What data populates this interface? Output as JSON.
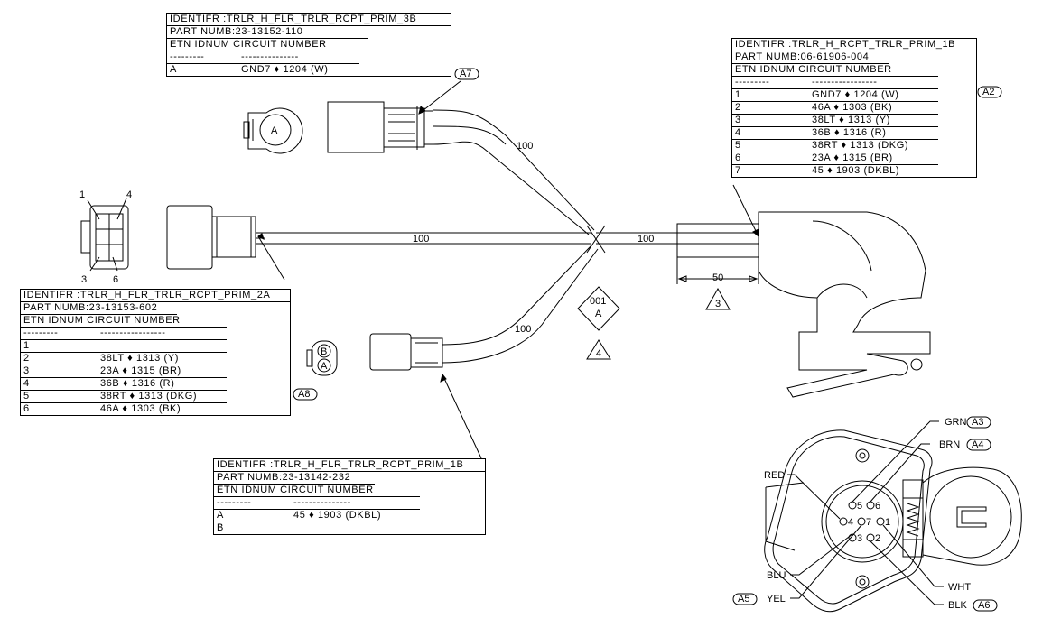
{
  "tables": {
    "t_3b": {
      "identifier": "IDENTIFR :TRLR_H_FLR_TRLR_RCPT_PRIM_3B",
      "part": "PART NUMB:23-13152-110",
      "header": "ETN IDNUM  CIRCUIT NUMBER",
      "dashes1": "---------",
      "dashes2": "---------------",
      "rows": [
        {
          "id": "A",
          "circuit": "GND7 ♦ 1204 (W)"
        }
      ],
      "callout": "A7"
    },
    "t_1b_rcpt": {
      "identifier": "IDENTIFR :TRLR_H_RCPT_TRLR_PRIM_1B",
      "part": "PART NUMB:06-61906-004",
      "header": "ETN IDNUM  CIRCUIT NUMBER",
      "dashes1": "---------",
      "dashes2": "-----------------",
      "rows": [
        {
          "id": "1",
          "circuit": "GND7 ♦ 1204 (W)"
        },
        {
          "id": "2",
          "circuit": "46A ♦ 1303 (BK)"
        },
        {
          "id": "3",
          "circuit": "38LT ♦ 1313 (Y)"
        },
        {
          "id": "4",
          "circuit": "36B ♦ 1316 (R)"
        },
        {
          "id": "5",
          "circuit": "38RT ♦ 1313 (DKG)"
        },
        {
          "id": "6",
          "circuit": "23A ♦ 1315 (BR)"
        },
        {
          "id": "7",
          "circuit": "45 ♦ 1903 (DKBL)"
        }
      ],
      "callout": "A2"
    },
    "t_2a": {
      "identifier": "IDENTIFR :TRLR_H_FLR_TRLR_RCPT_PRIM_2A",
      "part": "PART NUMB:23-13153-602",
      "header": "ETN IDNUM  CIRCUIT NUMBER",
      "dashes1": "---------",
      "dashes2": "-----------------",
      "rows": [
        {
          "id": "1",
          "circuit": ""
        },
        {
          "id": "2",
          "circuit": "38LT ♦ 1313 (Y)"
        },
        {
          "id": "3",
          "circuit": "23A ♦ 1315 (BR)"
        },
        {
          "id": "4",
          "circuit": "36B ♦ 1316 (R)"
        },
        {
          "id": "5",
          "circuit": "38RT ♦ 1313 (DKG)"
        },
        {
          "id": "6",
          "circuit": "46A ♦ 1303 (BK)"
        }
      ],
      "callout": "A8"
    },
    "t_1b_flr": {
      "identifier": "IDENTIFR :TRLR_H_FLR_TRLR_RCPT_PRIM_1B",
      "part": "PART NUMB:23-13142-232",
      "header": "ETN IDNUM  CIRCUIT NUMBER",
      "dashes1": "---------",
      "dashes2": "---------------",
      "rows": [
        {
          "id": "A",
          "circuit": "45 ♦ 1903 (DKBL)"
        },
        {
          "id": "B",
          "circuit": ""
        }
      ]
    }
  },
  "diagram": {
    "wire_lengths": {
      "top": "100",
      "left": "100",
      "bottom": "100",
      "trunk": "100"
    },
    "boot_dimension": "50",
    "note_triangle_3": "3",
    "note_triangle_4": "4",
    "diamond": {
      "line1": "001",
      "line2": "A"
    },
    "connector_face_top": "A",
    "connector_face_bottom": [
      "B",
      "A"
    ],
    "six_pin_labels": [
      "1",
      "4",
      "3",
      "6"
    ],
    "receptacle_face": {
      "pins": [
        "5",
        "6",
        "4",
        "7",
        "1",
        "3",
        "2"
      ],
      "wires": [
        "GRN",
        "BRN",
        "RED",
        "BLU",
        "YEL",
        "WHT",
        "BLK"
      ],
      "callouts": [
        "A3",
        "A4",
        "A5",
        "A6"
      ]
    }
  }
}
